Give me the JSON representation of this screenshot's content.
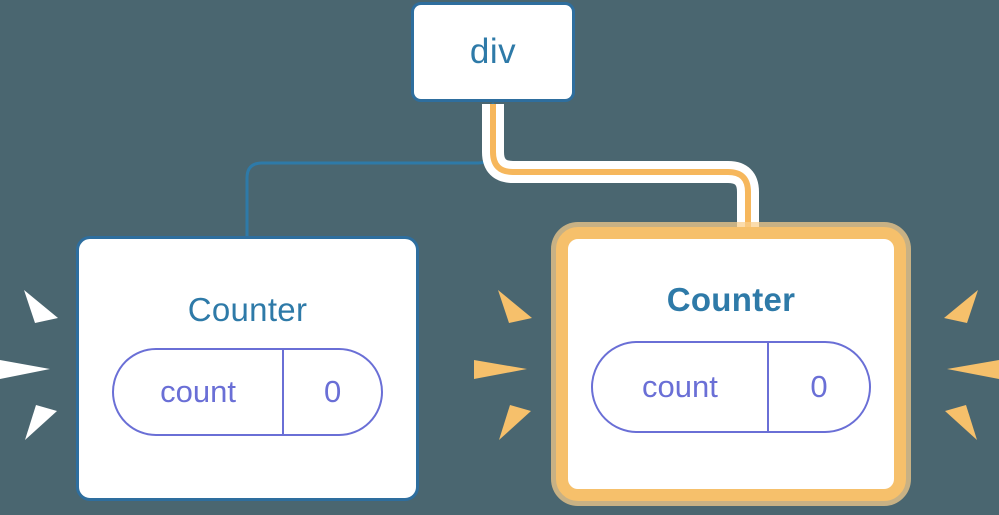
{
  "diagram": {
    "title": "component-tree-reactivity",
    "background_color": "#4a6670",
    "root": {
      "label": "div",
      "border_color": "#2e6e9e",
      "text_color": "#2e7aa8"
    },
    "children": [
      {
        "id": "counter-left",
        "label": "Counter",
        "highlighted": false,
        "border_color": "#2e6e9e",
        "text_color": "#2e7aa8",
        "spark_color": "#ffffff",
        "prop": {
          "key": "count",
          "value": "0",
          "color": "#6a6fd6"
        },
        "edge": {
          "color": "#2e7aa8",
          "highlighted": false
        }
      },
      {
        "id": "counter-right",
        "label": "Counter",
        "highlighted": true,
        "border_color": "#f6c06b",
        "text_color": "#2e7aa8",
        "spark_color": "#f6c06b",
        "prop": {
          "key": "count",
          "value": "0",
          "color": "#6a6fd6"
        },
        "edge": {
          "color": "#f6b75c",
          "highlighted": true,
          "halo_color": "#ffffff"
        }
      }
    ],
    "sparks": {
      "left_group_color": "#ffffff",
      "right_group_color": "#f6c06b",
      "rays_per_group": 3
    }
  }
}
